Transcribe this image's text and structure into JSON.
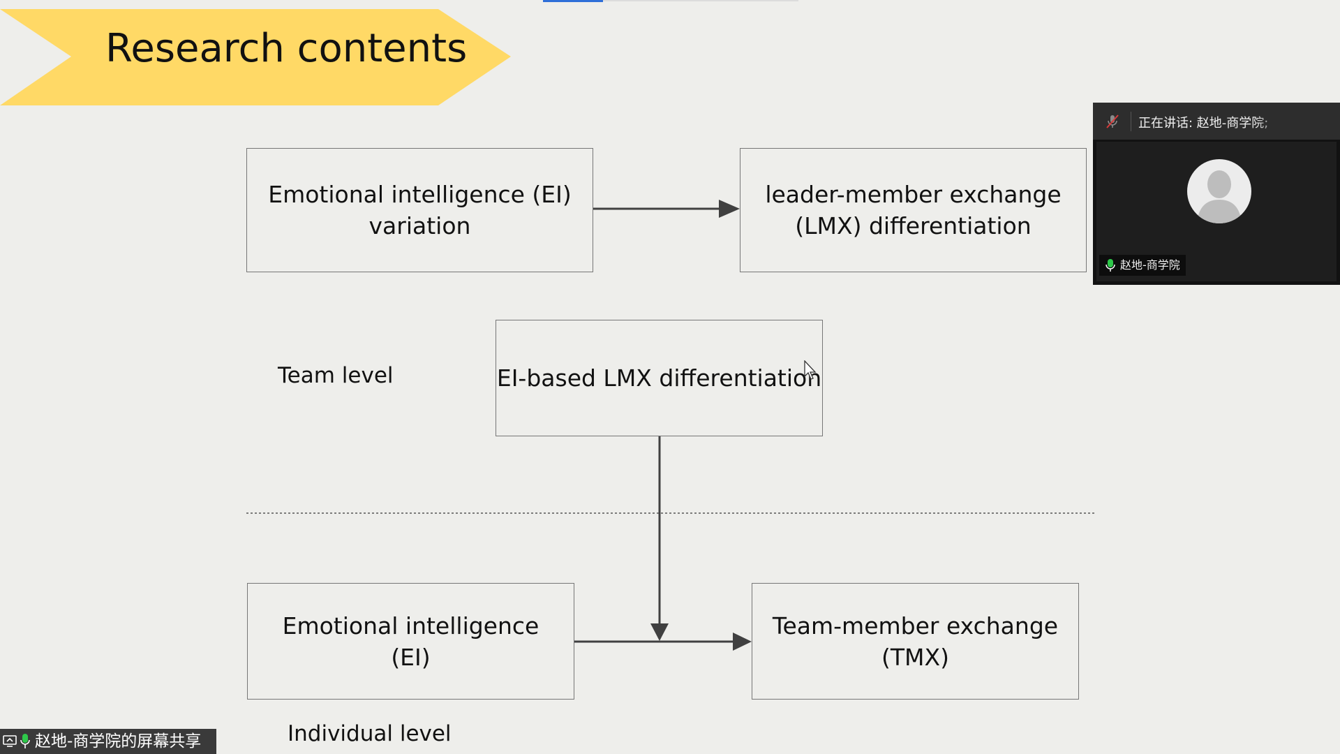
{
  "slide": {
    "title": "Research contents",
    "boxes": {
      "ei_variation": {
        "line1": "Emotional intelligence (EI)",
        "line2": "variation"
      },
      "lmx_differentiation": {
        "line1": "leader-member exchange",
        "line2": "(LMX) differentiation"
      },
      "ei_based_lmx": {
        "line1": "EI-based LMX differentiation"
      },
      "ei": {
        "line1": "Emotional intelligence",
        "line2": "(EI)"
      },
      "tmx": {
        "line1": "Team-member exchange",
        "line2": "(TMX)"
      }
    },
    "levels": {
      "team": "Team level",
      "individual": "Individual level"
    }
  },
  "video_panel": {
    "speaking_label": "正在讲话: 赵地-商学院;",
    "participant_name": "赵地-商学院"
  },
  "share_bar": {
    "text": "赵地-商学院的屏幕共享"
  },
  "colors": {
    "background": "#eeeeeb",
    "title_banner": "#ffd966",
    "box_border": "#767676",
    "arrow": "#404040",
    "mic_active": "#2ec84a",
    "mic_muted": "#d83b3b"
  }
}
